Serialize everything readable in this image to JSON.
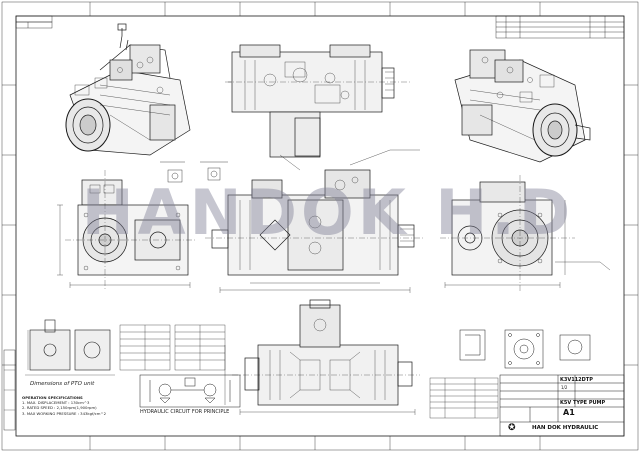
{
  "drawing": {
    "watermark": "HANDOK H.D",
    "labels": {
      "pto_unit": "Dimensions of PTO unit",
      "hydraulic_circuit": "HYDRAULIC CIRCUIT FOR PRINCIPLE"
    },
    "specifications": {
      "heading": "OPERATION SPECIFICATIONS",
      "items": [
        "1. MAX. DISPLACEMENT : 130cm^3",
        "2. RATED SPEED : 2,150rpm(1,900rpm)",
        "3. MAX WORKING PRESSURE : 343kgf/cm^2"
      ]
    },
    "title_block": {
      "company": "HAN DOK HYDRAULIC",
      "part_number": "K3V112DTP",
      "description": "K5V TYPE PUMP",
      "sheet_size": "A1",
      "scale": "1/2"
    }
  },
  "colors": {
    "line": "#1a1a1a",
    "watermark": "#8080a0",
    "background": "#ffffff"
  }
}
